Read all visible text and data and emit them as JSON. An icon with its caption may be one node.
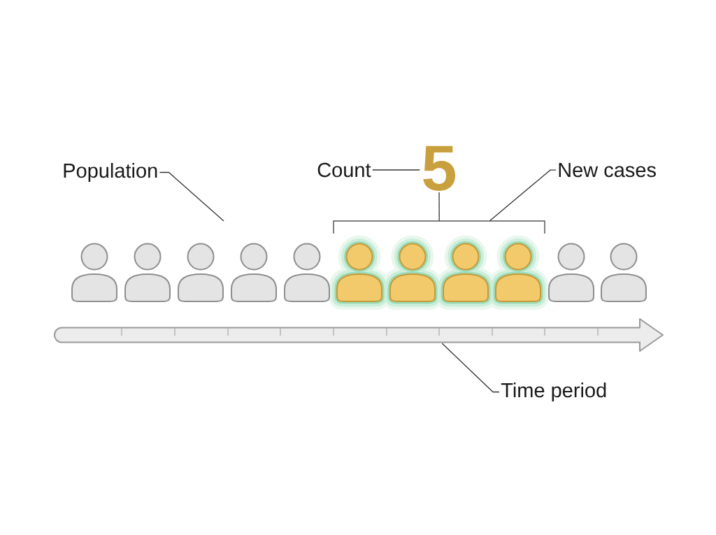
{
  "diagram": {
    "nodes": [
      {
        "text": [
          "Population"
        ]
      },
      {
        "text": [
          "Count"
        ]
      },
      {
        "text": [
          "5"
        ]
      },
      {
        "text": [
          "New cases"
        ]
      },
      {
        "text": [],
        "shape": "bracket"
      },
      {
        "text": [],
        "shape": "person"
      },
      {
        "text": [],
        "shape": "person"
      },
      {
        "text": [],
        "shape": "person"
      },
      {
        "text": [],
        "shape": "person"
      },
      {
        "text": [],
        "shape": "person"
      },
      {
        "text": [],
        "shape": "person"
      },
      {
        "text": [],
        "shape": "person"
      },
      {
        "text": [],
        "shape": "person"
      },
      {
        "text": [],
        "shape": "person"
      },
      {
        "text": [],
        "shape": "person"
      },
      {
        "text": [],
        "shape": "person"
      },
      {
        "text": [],
        "shape": "arrow"
      },
      {
        "text": [
          "Time period"
        ]
      }
    ],
    "edges": [
      {
        "from": 0,
        "to": null,
        "arrow": "none"
      },
      {
        "from": 1,
        "to": 2,
        "arrow": "none"
      },
      {
        "from": 3,
        "to": 4,
        "arrow": "none"
      },
      {
        "from": 4,
        "to": 2,
        "arrow": "none"
      },
      {
        "from": 17,
        "to": 16,
        "arrow": "none"
      }
    ]
  }
}
